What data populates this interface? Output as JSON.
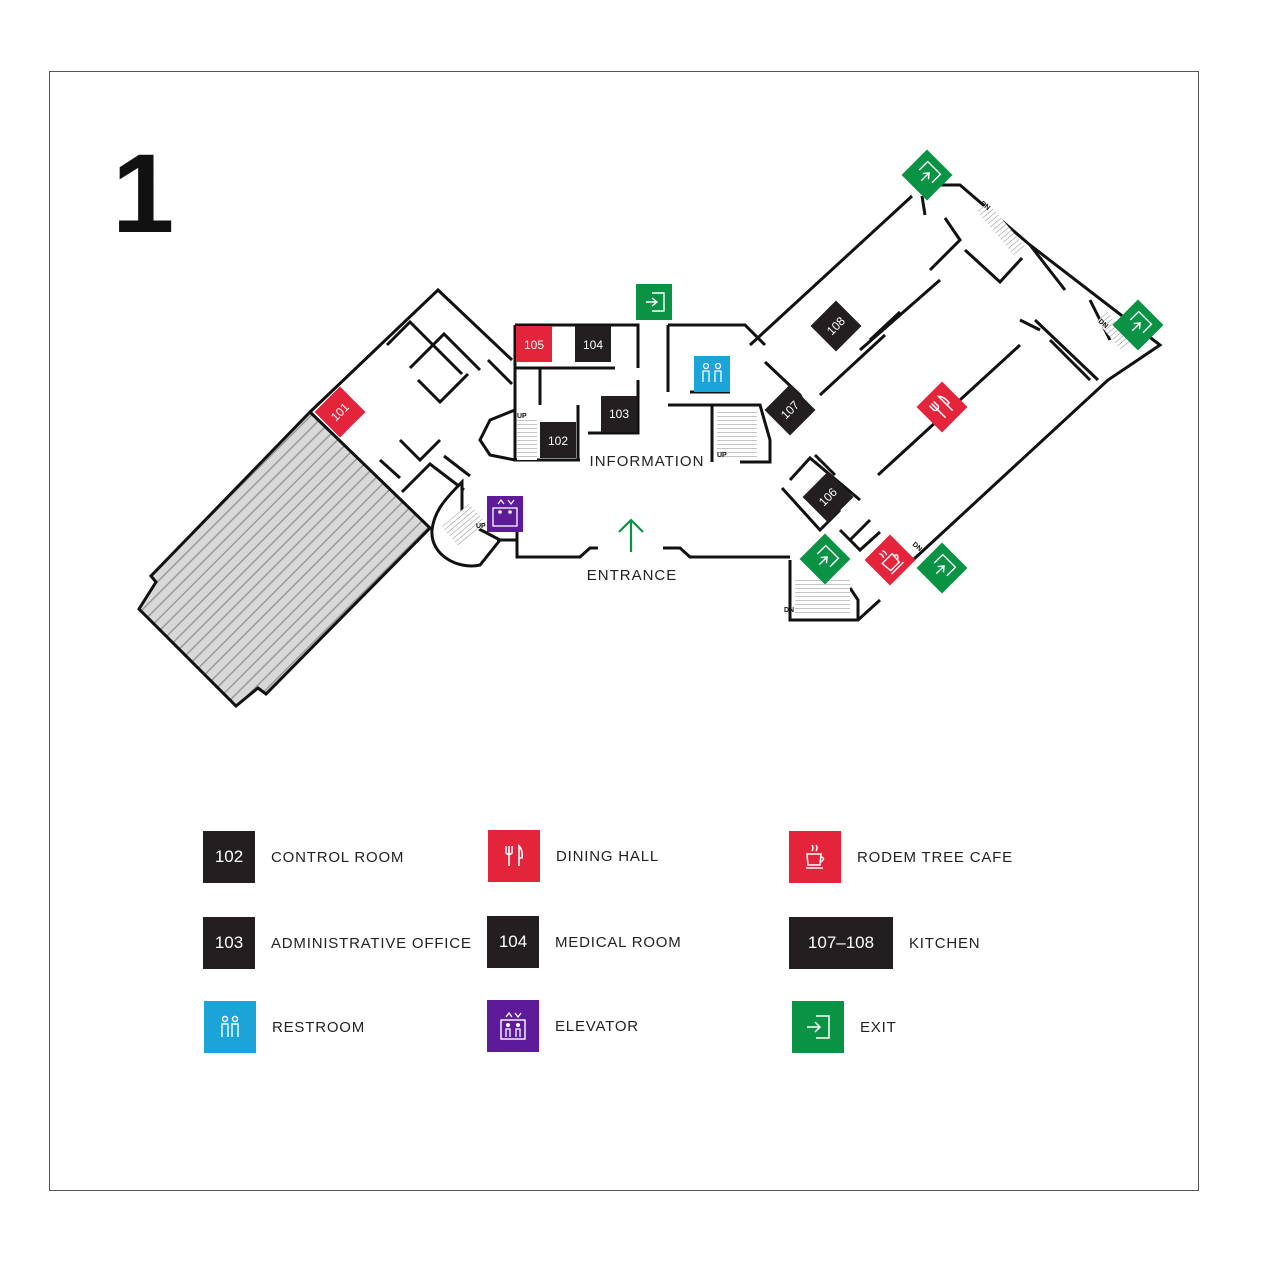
{
  "floor": {
    "number": "1"
  },
  "colors": {
    "room": "#231f20",
    "red": "#e4243b",
    "green": "#0a9345",
    "blue": "#1aa4d8",
    "purple": "#5d1b9a",
    "wall": "#111111",
    "hatch": "#bdbdbd"
  },
  "map": {
    "labels": {
      "information": "INFORMATION",
      "entrance": "ENTRANCE"
    },
    "rooms": [
      "101",
      "102",
      "103",
      "104",
      "105",
      "106",
      "107",
      "108"
    ],
    "stairs": {
      "up": "UP",
      "down": "DN"
    },
    "icons": [
      "exit-icon",
      "restroom-icon",
      "elevator-icon",
      "dining-icon",
      "cafe-icon",
      "arrow-up-icon"
    ]
  },
  "legend": [
    {
      "badge": "102",
      "label": "CONTROL ROOM",
      "color": "#231f20"
    },
    {
      "icon": "dining-icon",
      "label": "DINING HALL",
      "color": "#e4243b"
    },
    {
      "icon": "cafe-icon",
      "label": "RODEM TREE CAFE",
      "color": "#e4243b"
    },
    {
      "badge": "103",
      "label": "ADMINISTRATIVE OFFICE",
      "color": "#231f20"
    },
    {
      "badge": "104",
      "label": "MEDICAL ROOM",
      "color": "#231f20"
    },
    {
      "badge": "107–108",
      "label": "KITCHEN",
      "color": "#231f20"
    },
    {
      "icon": "restroom-icon",
      "label": "RESTROOM",
      "color": "#1aa4d8"
    },
    {
      "icon": "elevator-icon",
      "label": "ELEVATOR",
      "color": "#5d1b9a"
    },
    {
      "icon": "exit-icon",
      "label": "EXIT",
      "color": "#0a9345"
    }
  ]
}
